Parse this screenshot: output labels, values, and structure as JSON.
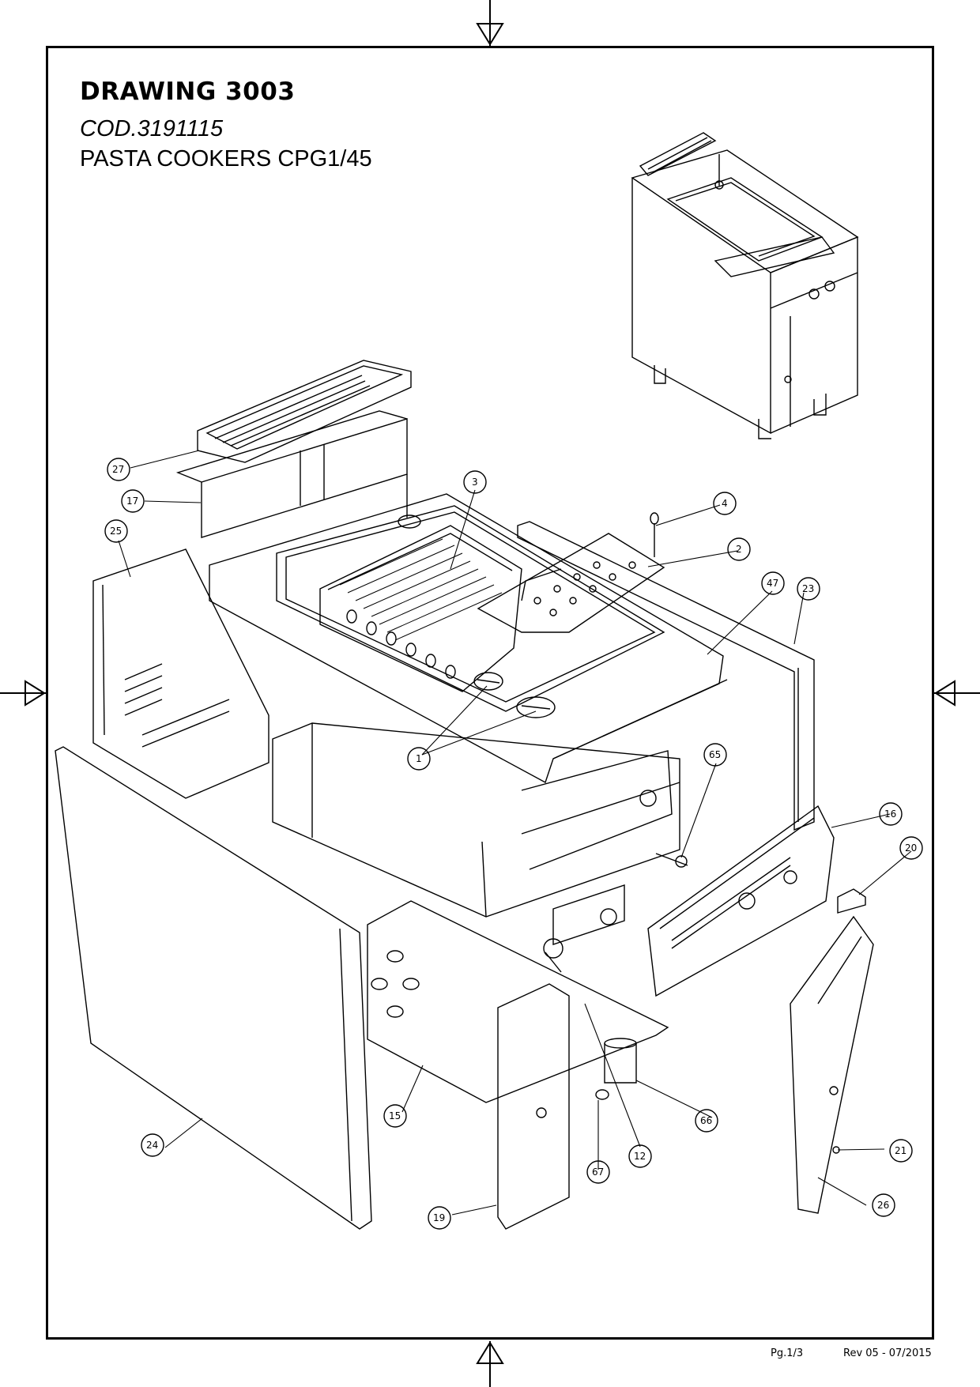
{
  "header": {
    "title": "DRAWING 3003",
    "code": "COD.3191115",
    "product": "PASTA COOKERS CPG1/45"
  },
  "footer": {
    "page": "Pg.1/3",
    "revision": "Rev 05 - 07/2015"
  },
  "callouts": {
    "c1": "1",
    "c2": "2",
    "c3": "3",
    "c4": "4",
    "c12": "12",
    "c15": "15",
    "c16": "16",
    "c17": "17",
    "c19": "19",
    "c20": "20",
    "c21": "21",
    "c23": "23",
    "c24": "24",
    "c25": "25",
    "c26": "26",
    "c27": "27",
    "c47": "47",
    "c65": "65",
    "c66": "66",
    "c67": "67"
  }
}
